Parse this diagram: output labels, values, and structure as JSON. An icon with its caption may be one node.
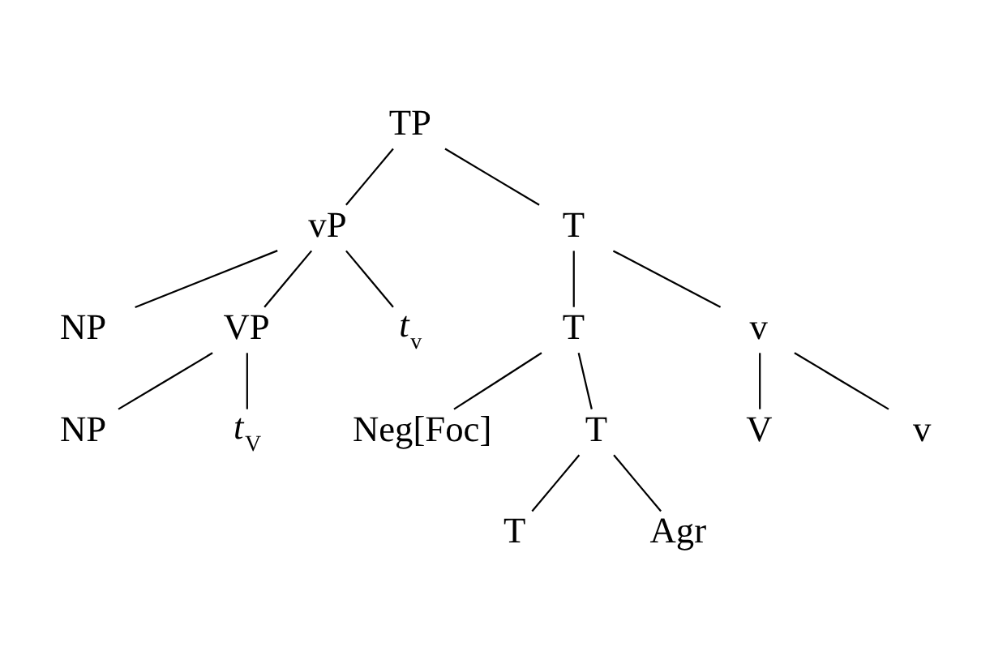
{
  "diagram": {
    "nodes": [
      {
        "text": [
          "TP"
        ]
      },
      {
        "text": [
          "vP"
        ]
      },
      {
        "text": [
          "T"
        ]
      },
      {
        "text": [
          "NP"
        ]
      },
      {
        "text": [
          "VP"
        ]
      },
      {
        "text": [
          "*t*$_{v}$"
        ]
      },
      {
        "text": [
          "NP"
        ]
      },
      {
        "text": [
          "*t*$_{V}$"
        ]
      },
      {
        "text": [
          "T"
        ]
      },
      {
        "text": [
          "v"
        ]
      },
      {
        "text": [
          "Neg[Foc]"
        ]
      },
      {
        "text": [
          "T"
        ]
      },
      {
        "text": [
          "V"
        ]
      },
      {
        "text": [
          "v"
        ]
      },
      {
        "text": [
          "T"
        ]
      },
      {
        "text": [
          "Agr"
        ]
      }
    ],
    "edges": [
      {
        "from": 0,
        "to": 1,
        "arrow": "none"
      },
      {
        "from": 0,
        "to": 2,
        "arrow": "none"
      },
      {
        "from": 1,
        "to": 3,
        "arrow": "none"
      },
      {
        "from": 1,
        "to": 4,
        "arrow": "none"
      },
      {
        "from": 1,
        "to": 5,
        "arrow": "none"
      },
      {
        "from": 4,
        "to": 6,
        "arrow": "none"
      },
      {
        "from": 4,
        "to": 7,
        "arrow": "none"
      },
      {
        "from": 2,
        "to": 8,
        "arrow": "none"
      },
      {
        "from": 2,
        "to": 9,
        "arrow": "none"
      },
      {
        "from": 8,
        "to": 10,
        "arrow": "none"
      },
      {
        "from": 8,
        "to": 11,
        "arrow": "none"
      },
      {
        "from": 9,
        "to": 12,
        "arrow": "none"
      },
      {
        "from": 9,
        "to": 13,
        "arrow": "none"
      },
      {
        "from": 11,
        "to": 14,
        "arrow": "none"
      },
      {
        "from": 11,
        "to": 15,
        "arrow": "none"
      }
    ]
  }
}
